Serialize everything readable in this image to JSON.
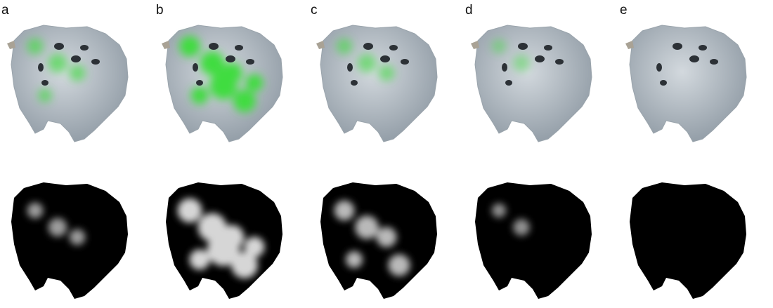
{
  "panels": [
    {
      "label": "a",
      "green_intensity": 0.45,
      "mask_coverage": 0.35
    },
    {
      "label": "b",
      "green_intensity": 0.9,
      "mask_coverage": 0.85
    },
    {
      "label": "c",
      "green_intensity": 0.4,
      "mask_coverage": 0.6
    },
    {
      "label": "d",
      "green_intensity": 0.25,
      "mask_coverage": 0.25
    },
    {
      "label": "e",
      "green_intensity": 0.0,
      "mask_coverage": 0.0
    }
  ],
  "colors": {
    "rock": "#b7c0c8",
    "rock_dark": "#8f9aa4",
    "fluorescence": "#3fdc3f",
    "mask_background": "#000000"
  }
}
